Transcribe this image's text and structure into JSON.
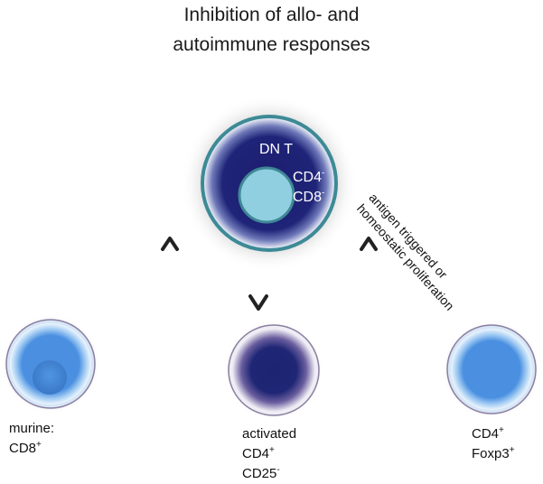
{
  "title": {
    "line1": "Inhibition of allo- and",
    "line2": "autoimmune responses"
  },
  "center_cell": {
    "name": "DN T",
    "marker1": "CD4",
    "marker1_sup": "-",
    "marker2": "CD8",
    "marker2_sup": "-"
  },
  "edge_label": {
    "line1": "antigen triggered or",
    "line2": "homeostatic proliferation"
  },
  "cells": {
    "left": {
      "line1": "murine:",
      "line2": "CD8",
      "line2_sup": "+"
    },
    "middle": {
      "line1": "activated",
      "line2": "CD4",
      "line2_sup": "+",
      "line3": "CD25",
      "line3_sup": "-"
    },
    "right": {
      "line1": "CD4",
      "line1_sup": "+",
      "line2": "Foxp3",
      "line2_sup": "+"
    }
  },
  "colors": {
    "dnt_body": "#1c1d6e",
    "dnt_nucleus": "#8fcfe0",
    "dnt_rim": "#3d8a96",
    "light_cell": "#4a8fe0",
    "dark_cell": "#1d2470",
    "glow": "#8a7fa0"
  }
}
